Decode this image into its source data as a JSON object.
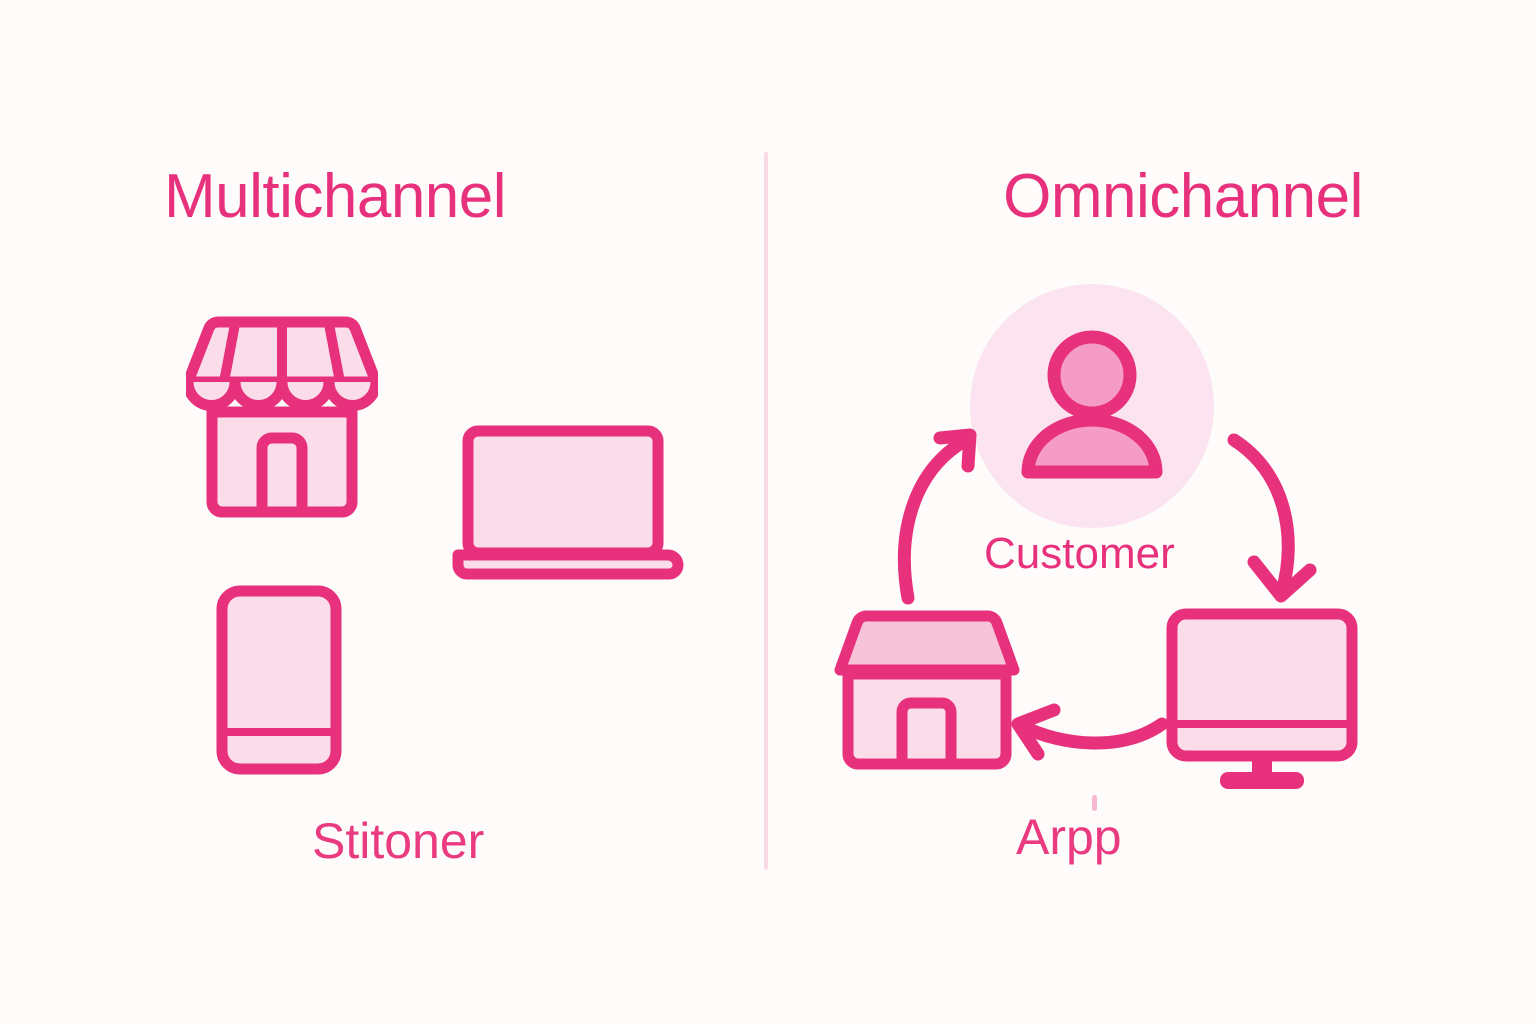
{
  "background": "#fdfcfb",
  "palette": {
    "stroke": "#e8317c",
    "stroke_dark": "#dd2a73",
    "fill_light": "#fbdde9",
    "fill_mid": "#f7c3d9",
    "fill_soft": "#fceff5",
    "divider": "#f9d9e6",
    "tick": "#f6b9d1"
  },
  "left_panel": {
    "title": "Multichannel",
    "caption": "Stitoner",
    "icons": [
      {
        "name": "storefront-icon",
        "label": "storefront"
      },
      {
        "name": "laptop-icon",
        "label": "laptop"
      },
      {
        "name": "smartphone-icon",
        "label": "smartphone"
      }
    ]
  },
  "right_panel": {
    "title": "Omnichannel",
    "caption": "Arpp",
    "center_label": "Customer",
    "icons": [
      {
        "name": "customer-avatar-icon",
        "label": "customer avatar"
      },
      {
        "name": "house-store-icon",
        "label": "house store"
      },
      {
        "name": "monitor-icon",
        "label": "desktop monitor"
      }
    ],
    "arrows": [
      {
        "name": "arrow-store-to-customer",
        "direction": "up"
      },
      {
        "name": "arrow-customer-to-monitor",
        "direction": "down"
      },
      {
        "name": "arrow-monitor-to-store",
        "direction": "left"
      }
    ]
  }
}
